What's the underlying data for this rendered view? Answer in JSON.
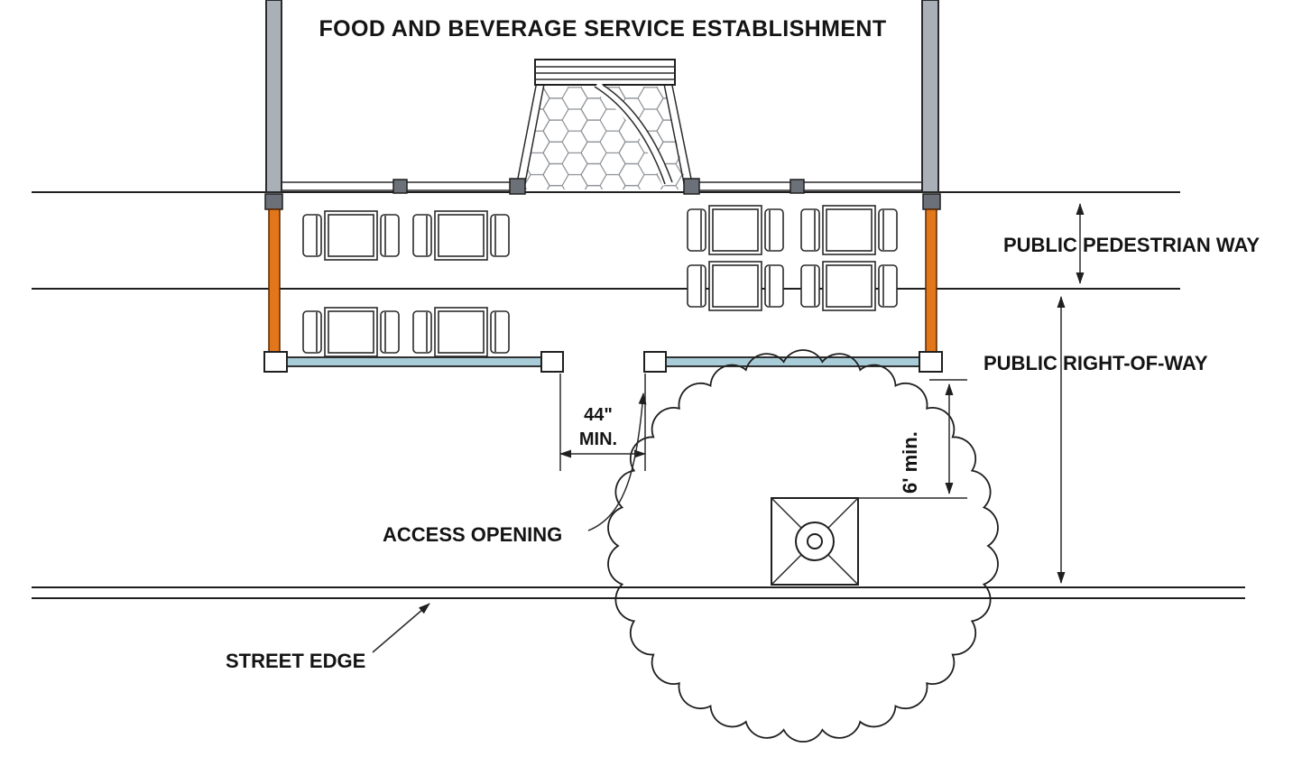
{
  "title": "FOOD AND BEVERAGE SERVICE ESTABLISHMENT",
  "labels": {
    "pedestrian_way": "PUBLIC PEDESTRIAN WAY",
    "right_of_way": "PUBLIC RIGHT-OF-WAY",
    "access_opening": "ACCESS OPENING",
    "street_edge": "STREET EDGE"
  },
  "dimensions": {
    "access_width_value": "44\"",
    "access_width_qualifier": "MIN.",
    "tree_clearance": "6' min."
  },
  "colors": {
    "wall": "#aab0b7",
    "post_cap": "#6c7179",
    "barrier_post": "#e2761b",
    "rail": "#a9cdd8"
  }
}
